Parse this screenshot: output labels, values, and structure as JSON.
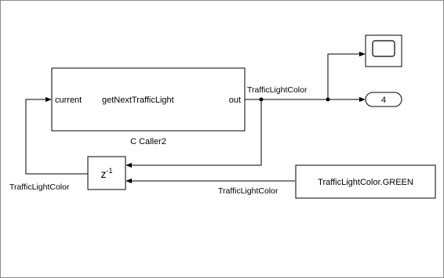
{
  "caller_block": {
    "function_name": "getNextTrafficLight",
    "input_port": "current",
    "output_port": "out",
    "block_name": "C Caller2"
  },
  "delay_block": {
    "symbol_base": "z",
    "symbol_exp": "-1"
  },
  "constant_block": {
    "value": "TrafficLightColor.GREEN"
  },
  "outport_block": {
    "number": "4"
  },
  "signal_labels": {
    "caller_output": "TrafficLightColor",
    "feedback": "TrafficLightColor",
    "constant_output": "TrafficLightColor"
  },
  "colors": {
    "block_fill": "#ffffff",
    "block_stroke": "#000000",
    "frame_border": "#8c8c8c"
  }
}
